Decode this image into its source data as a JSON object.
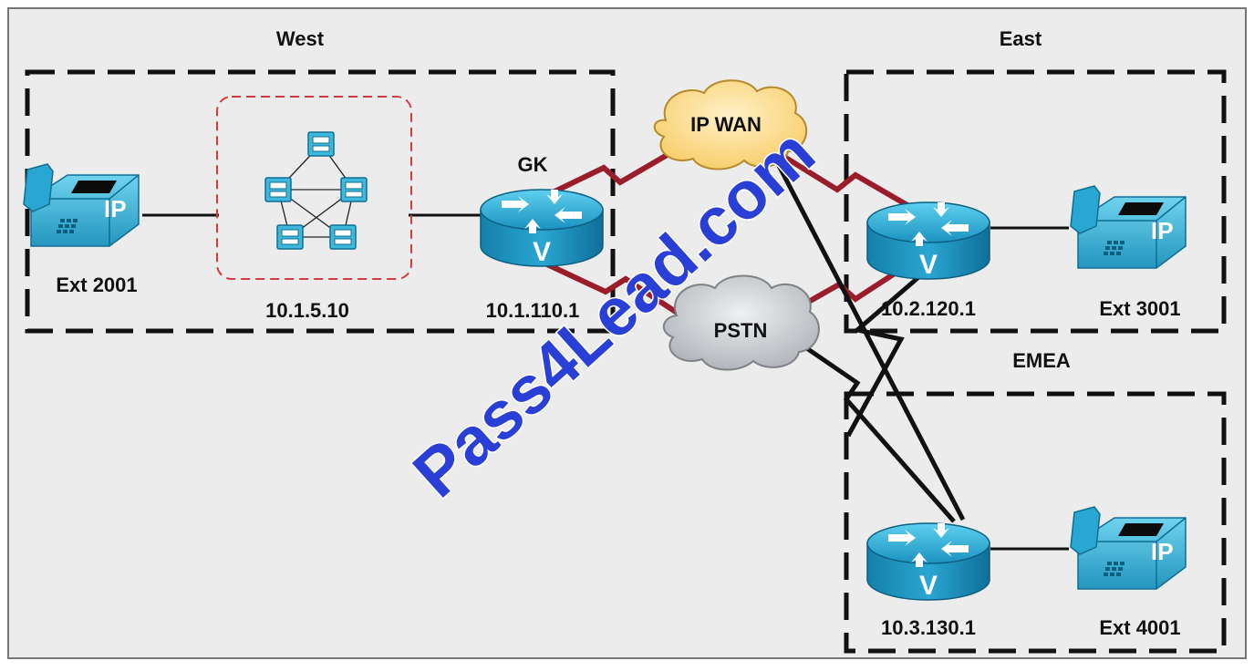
{
  "regions": {
    "west": "West",
    "east": "East",
    "emea": "EMEA"
  },
  "devices": {
    "phone_west": "Ext 2001",
    "cluster_west": "10.1.5.10",
    "gatekeeper_tag": "GK",
    "router_west": "10.1.110.1",
    "router_east": "10.2.120.1",
    "phone_east": "Ext 3001",
    "router_emea": "10.3.130.1",
    "phone_emea": "Ext 4001"
  },
  "clouds": {
    "ip_wan": "IP WAN",
    "pstn": "PSTN"
  },
  "phone_badge": "IP",
  "router_badge": "V",
  "watermark": "Pass4Lead.com",
  "colors": {
    "canvas": "#ececec",
    "router": "#1f9ec8",
    "phone": "#39b5d7",
    "ip_wan_cloud": "#ffd98a",
    "pstn_cloud": "#c6c9cc",
    "wan_link": "#9b1c2a",
    "pstn_link": "#111111",
    "cluster_border": "#d23b3b",
    "watermark": "#2a3fd6"
  }
}
